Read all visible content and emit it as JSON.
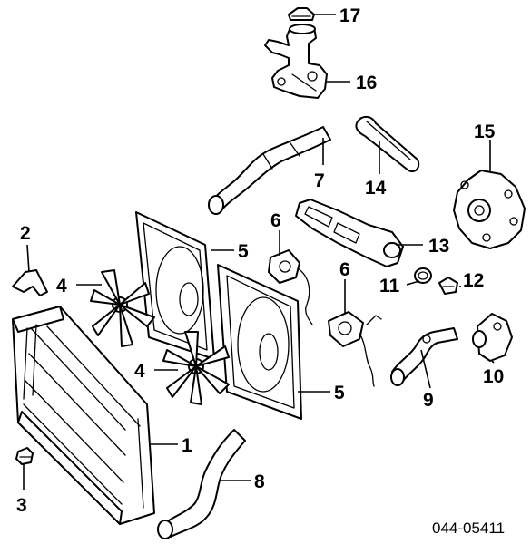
{
  "diagram": {
    "reference_code": "044-05411",
    "callouts": [
      "1",
      "2",
      "3",
      "4",
      "4",
      "5",
      "5",
      "6",
      "6",
      "7",
      "8",
      "9",
      "10",
      "11",
      "12",
      "13",
      "14",
      "15",
      "16",
      "17"
    ]
  }
}
